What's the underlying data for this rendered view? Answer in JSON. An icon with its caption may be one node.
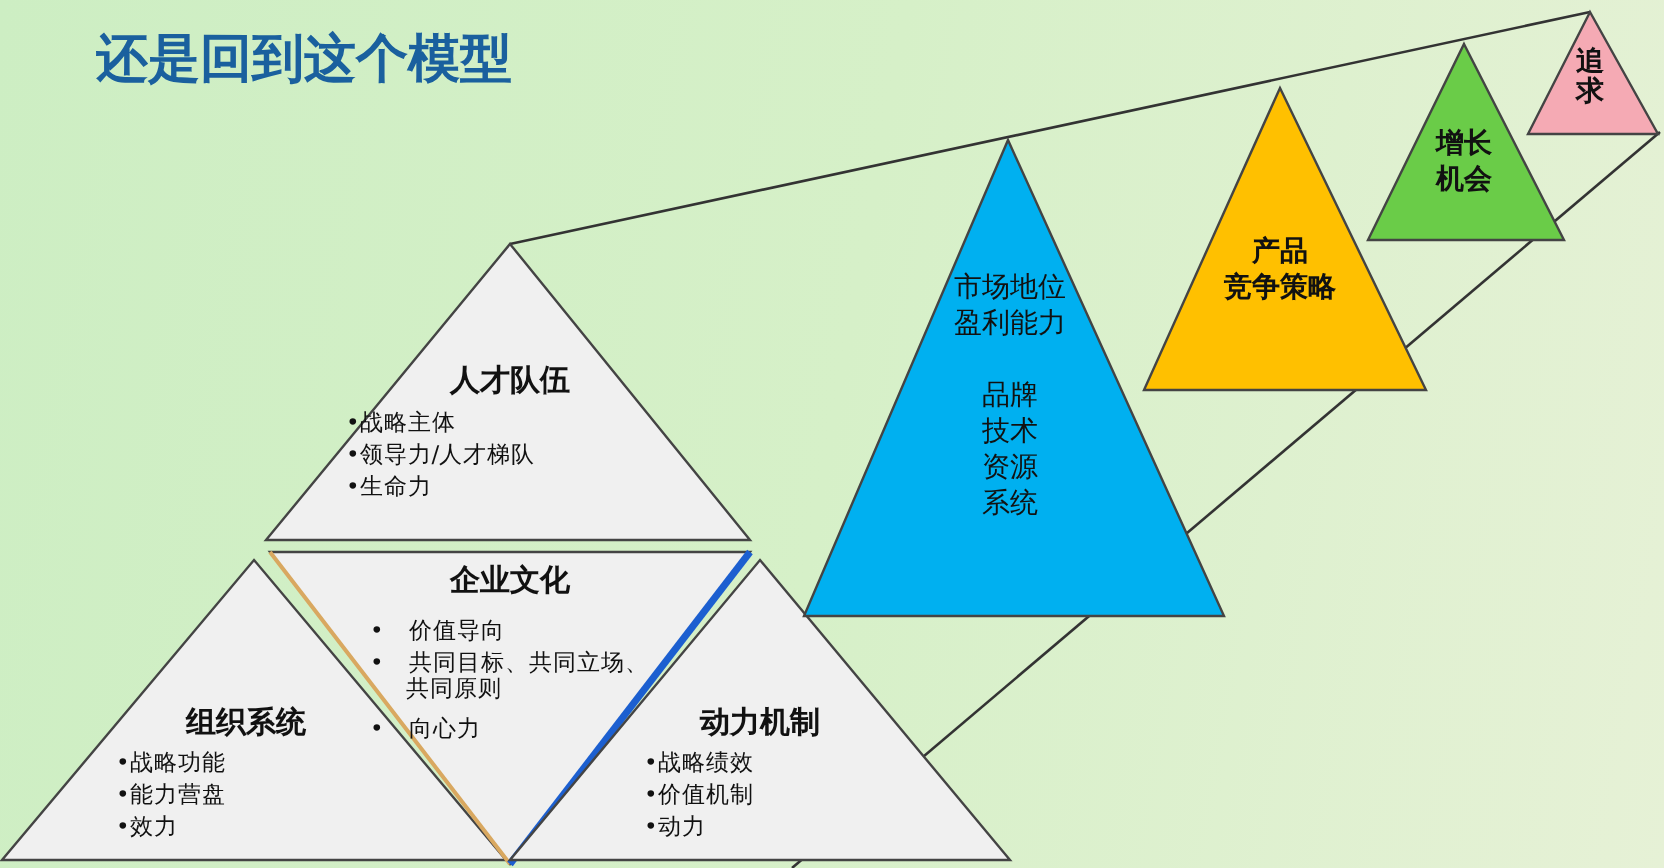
{
  "diagram": {
    "title": "还是回到这个模型",
    "nodes": [
      {
        "text": [
          "人才队伍",
          "•战略主体",
          "•领导力/人才梯队",
          "•生命力"
        ]
      },
      {
        "text": [
          "组织系统",
          "•战略功能",
          "•能力营盘",
          "•效力"
        ]
      },
      {
        "text": [
          "企业文化",
          "• 价值导向",
          "• 共同目标、共同立场、共同原则",
          "• 向心力"
        ]
      },
      {
        "text": [
          "动力机制",
          "•战略绩效",
          "•价值机制",
          "•动力"
        ]
      },
      {
        "text": [
          "市场地位",
          "盈利能力",
          "品牌",
          "技术",
          "资源",
          "系统"
        ]
      },
      {
        "text": [
          "产品",
          "竞争策略"
        ]
      },
      {
        "text": [
          "增长",
          "机会"
        ]
      },
      {
        "text": [
          "追求"
        ]
      }
    ],
    "edges": []
  }
}
